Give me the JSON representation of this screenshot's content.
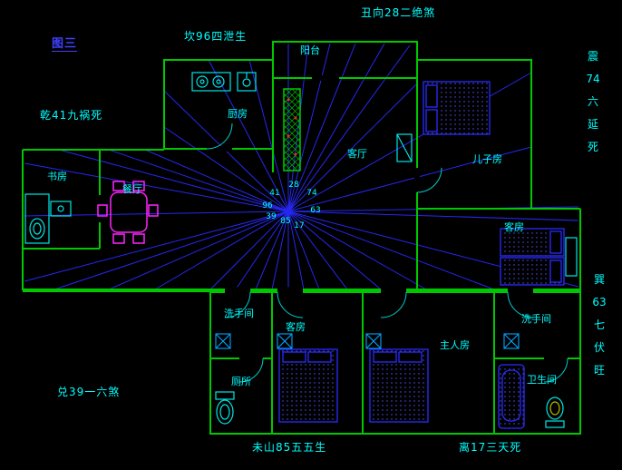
{
  "figure_label": "图三",
  "fengshui": {
    "top": "丑向28二绝煞",
    "top_left": "坎96四泄生",
    "left": "乾41九祸死",
    "left_lower": "兑39一六煞",
    "bottom_center": "未山85五五生",
    "bottom_right": "离17三天死",
    "right_upper": [
      "震",
      "74",
      "六",
      "延",
      "死"
    ],
    "right_lower": [
      "巽",
      "63",
      "七",
      "伏",
      "旺"
    ]
  },
  "rooms": {
    "balcony": "阳台",
    "kitchen": "厨房",
    "living_room": "客厅",
    "sons_room": "儿子房",
    "study": "书房",
    "dining_room": "餐厅",
    "guest_room_right": "客房",
    "washroom_left": "洗手间",
    "guest_room_bottom": "客房",
    "master_room": "主人房",
    "washroom_right": "洗手间",
    "toilet": "厕所",
    "bathroom": "卫生间"
  },
  "compass_numbers": [
    "41",
    "28",
    "74",
    "96",
    "63",
    "39",
    "85",
    "17"
  ],
  "colors": {
    "background": "#000000",
    "wall_green": "#00c800",
    "fixture_cyan": "#00e5e5",
    "bed_blue": "#2a2aff",
    "table_magenta": "#ff22ff",
    "label_cyan": "#00ffff",
    "figure_blue": "#4040ff"
  }
}
